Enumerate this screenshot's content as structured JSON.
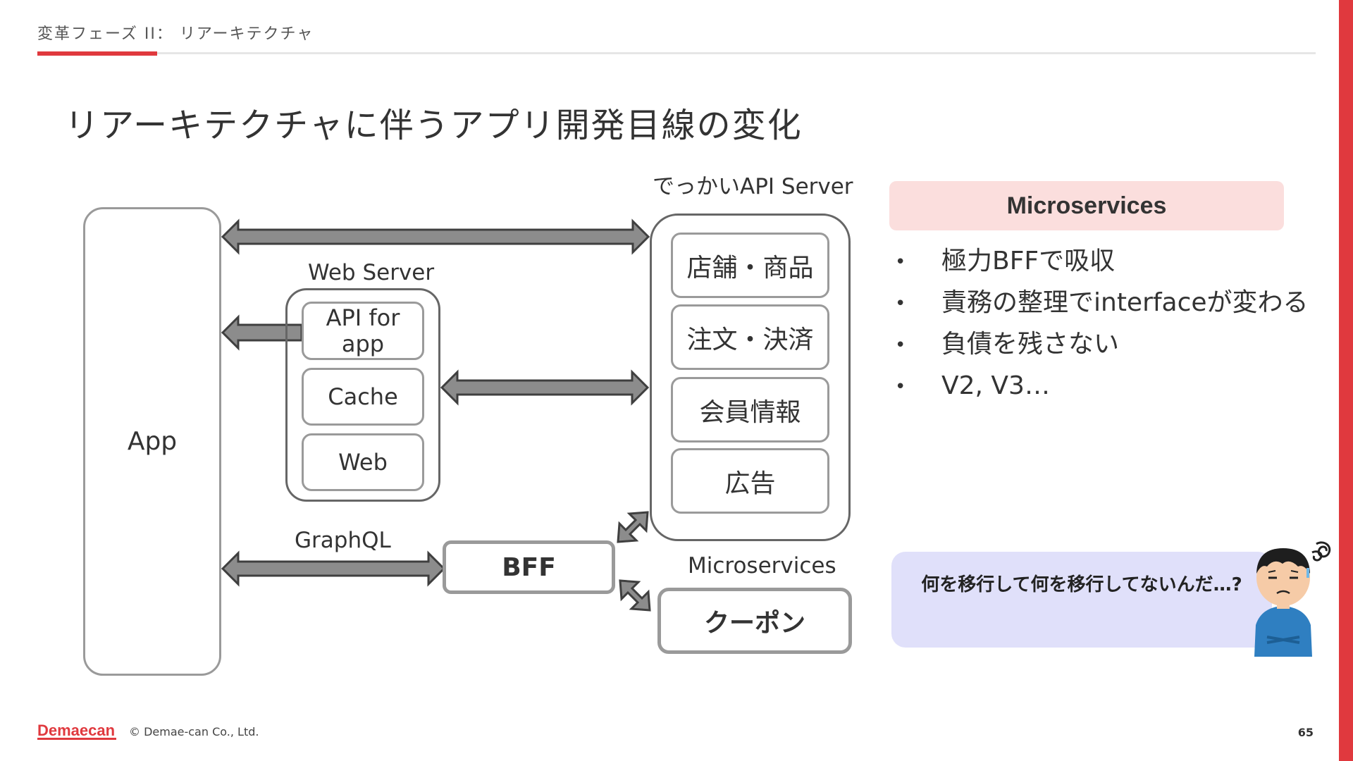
{
  "header": {
    "section": "変革フェーズ II： リアーキテクチャ"
  },
  "title": "リアーキテクチャに伴うアプリ開発目線の変化",
  "diagram": {
    "app": "App",
    "web_server": {
      "label": "Web Server",
      "items": [
        "API for app",
        "Cache",
        "Web"
      ]
    },
    "api_server": {
      "label": "でっかいAPI Server",
      "items": [
        "店舗・商品",
        "注文・決済",
        "会員情報",
        "広告"
      ]
    },
    "graphql_label": "GraphQL",
    "bff": "BFF",
    "microservices_label": "Microservices",
    "coupon": "クーポン"
  },
  "side": {
    "heading": "Microservices",
    "bullets": [
      "極力BFFで吸収",
      "責務の整理でinterfaceが変わる",
      "負債を残さない",
      "V2, V3…"
    ],
    "bubble": "何を移行して何を移行してないんだ…?"
  },
  "footer": {
    "logo": "Demaecan",
    "copyright": "© Demae-can Co., Ltd.",
    "page": "65"
  },
  "colors": {
    "accent": "#e0393e",
    "arrow_fill": "#8c8c8c",
    "banner": "#fbdedd",
    "bubble": "#e0e0fa"
  },
  "icons": {
    "bullet": "•"
  }
}
